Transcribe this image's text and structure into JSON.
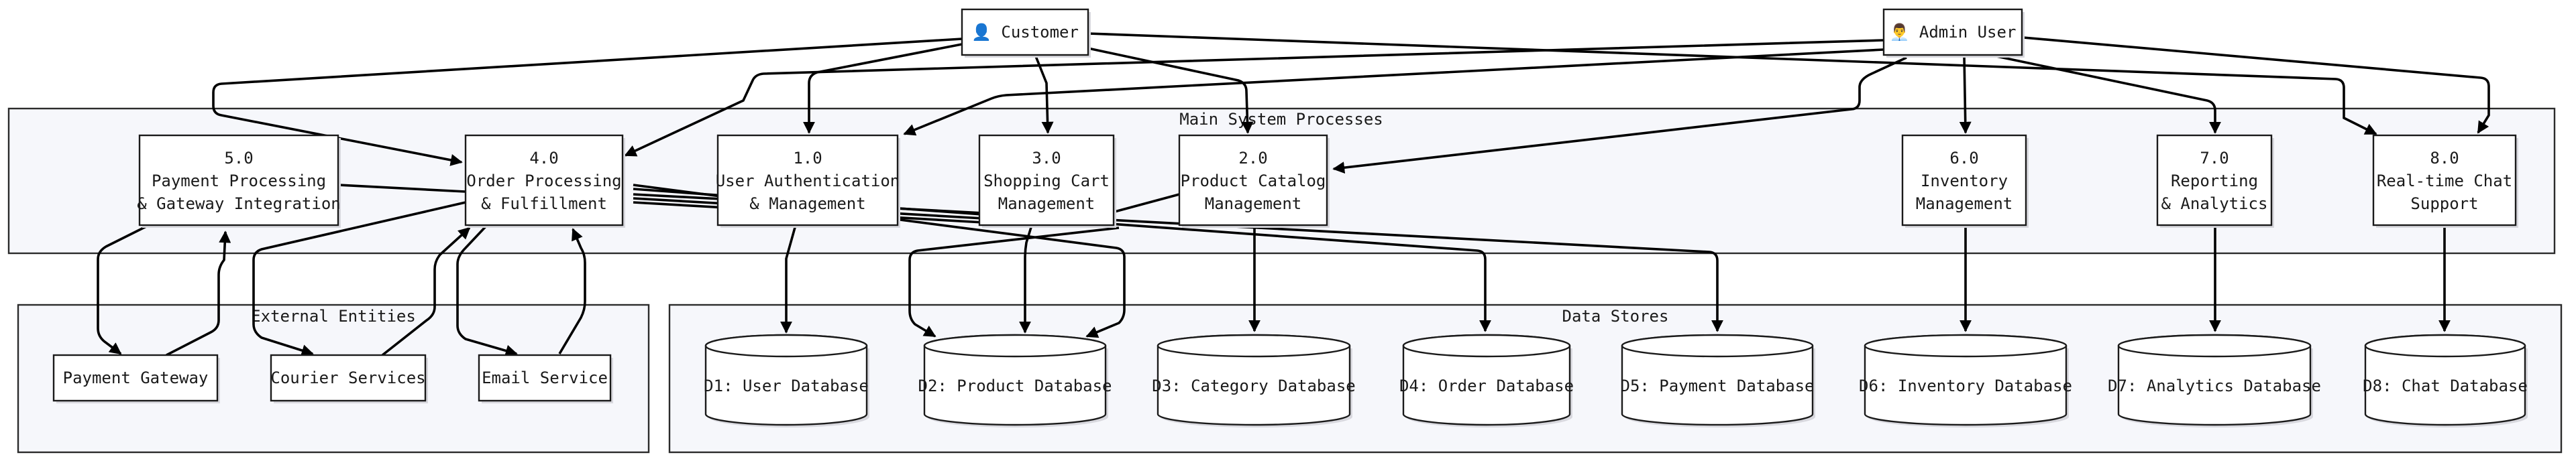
{
  "groups": {
    "main": "Main System Processes",
    "external": "External Entities",
    "stores": "Data Stores"
  },
  "actors": {
    "customer": "👤 Customer",
    "admin": "👨‍💼 Admin User"
  },
  "processes": {
    "p5": [
      "5.0",
      "Payment Processing",
      "& Gateway Integration"
    ],
    "p4": [
      "4.0",
      "Order Processing",
      "& Fulfillment"
    ],
    "p1": [
      "1.0",
      "User Authentication",
      "& Management"
    ],
    "p3": [
      "3.0",
      "Shopping Cart",
      "Management"
    ],
    "p2": [
      "2.0",
      "Product Catalog",
      "Management"
    ],
    "p6": [
      "6.0",
      "Inventory",
      "Management"
    ],
    "p7": [
      "7.0",
      "Reporting",
      "& Analytics"
    ],
    "p8": [
      "8.0",
      "Real-time Chat",
      "Support"
    ]
  },
  "externals": {
    "payment_gateway": "Payment Gateway",
    "courier": "Courier Services",
    "email": "Email Service"
  },
  "stores": {
    "d1": "D1: User Database",
    "d2": "D2: Product Database",
    "d3": "D3: Category Database",
    "d4": "D4: Order Database",
    "d5": "D5: Payment Database",
    "d6": "D6: Inventory Database",
    "d7": "D7: Analytics Database",
    "d8": "D8: Chat Database"
  }
}
